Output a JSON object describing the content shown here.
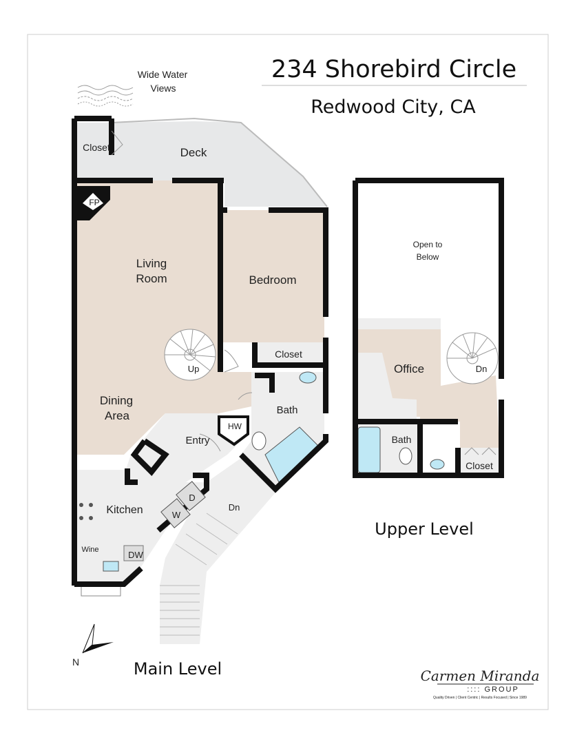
{
  "header": {
    "address": "234 Shorebird Circle",
    "city": "Redwood City, CA"
  },
  "annotation": {
    "views_line1": "Wide Water",
    "views_line2": "Views"
  },
  "main_level": {
    "title": "Main Level",
    "rooms": {
      "closet": "Closet",
      "deck": "Deck",
      "fireplace": "FP",
      "living_line1": "Living",
      "living_line2": "Room",
      "bedroom": "Bedroom",
      "bedroom_closet": "Closet",
      "stairs_up": "Up",
      "dining_line1": "Dining",
      "dining_line2": "Area",
      "water_heater": "HW",
      "bath": "Bath",
      "entry": "Entry",
      "stairs_down": "Dn",
      "kitchen": "Kitchen",
      "dryer": "D",
      "washer": "W",
      "wine": "Wine",
      "dishwasher": "DW"
    }
  },
  "upper_level": {
    "title": "Upper Level",
    "rooms": {
      "open_line1": "Open to",
      "open_line2": "Below",
      "office": "Office",
      "stairs_down": "Dn",
      "bath": "Bath",
      "closet": "Closet"
    }
  },
  "compass": {
    "label": "N"
  },
  "logo": {
    "script": "Carmen Miranda",
    "group": ":::: GROUP",
    "tagline": "Quality Driven | Client Centric | Results Focused | Since 1989"
  },
  "colors": {
    "wall": "#111111",
    "room_fill": "#e9ddd2",
    "deck_fill": "#e7e8e9",
    "light_fill": "#eeeeee",
    "shower_fill": "#bfe8f5",
    "frame": "#cccccc"
  }
}
